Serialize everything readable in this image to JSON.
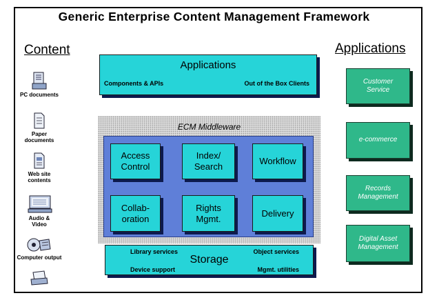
{
  "title": "Generic Enterprise Content Management Framework",
  "left_heading": "Content",
  "right_heading": "Applications",
  "top_box": {
    "label": "Applications",
    "left_note": "Components & APIs",
    "right_note": "Out of the Box Clients"
  },
  "middleware": {
    "title": "ECM Middleware",
    "modules": [
      {
        "label": "Access\nControl"
      },
      {
        "label": "Index/\nSearch"
      },
      {
        "label": "Workflow"
      },
      {
        "label": "Collab-\noration"
      },
      {
        "label": "Rights\nMgmt."
      },
      {
        "label": "Delivery"
      }
    ]
  },
  "storage": {
    "label": "Storage",
    "notes": [
      "Library services",
      "Object services",
      "Device support",
      "Mgmt. utilities"
    ]
  },
  "applications": [
    {
      "label": "Customer\nService"
    },
    {
      "label": "e-commerce"
    },
    {
      "label": "Records\nManagement"
    },
    {
      "label": "Digital Asset\nManagement"
    }
  ],
  "content_items": [
    {
      "label": "PC documents",
      "icon": "pc-document-icon"
    },
    {
      "label": "Paper\ndocuments",
      "icon": "paper-document-icon"
    },
    {
      "label": "Web site\ncontents",
      "icon": "web-document-icon"
    },
    {
      "label": "Audio &\nVideo",
      "icon": "audio-video-icon"
    },
    {
      "label": "Computer output",
      "icon": "computer-output-icon"
    },
    {
      "label": "",
      "icon": "scanner-icon"
    }
  ],
  "colors": {
    "cyan": "#26d4d8",
    "blue_panel": "#5f7fd8",
    "green": "#2fb88a",
    "shadow": "#0d1a4d"
  }
}
